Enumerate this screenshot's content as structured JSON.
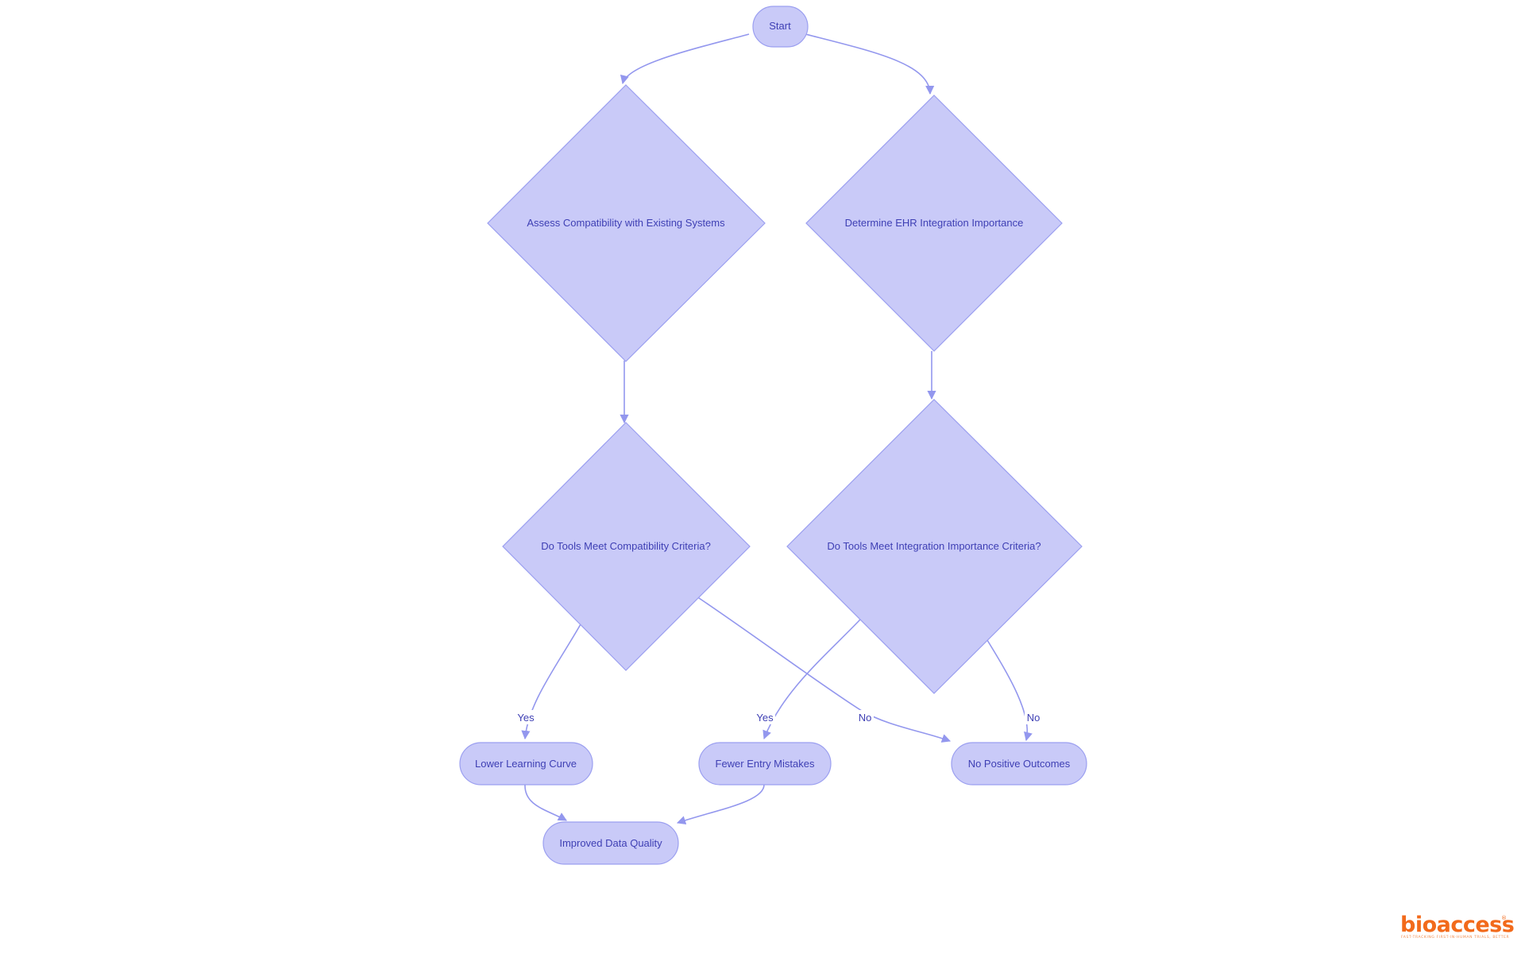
{
  "diagram": {
    "nodes": {
      "start": "Start",
      "assess": "Assess Compatibility with Existing Systems",
      "determine": "Determine EHR Integration Importance",
      "compat_criteria": "Do Tools Meet Compatibility Criteria?",
      "integration_criteria": "Do Tools Meet Integration Importance Criteria?",
      "lower_learning": "Lower Learning Curve",
      "fewer_mistakes": "Fewer Entry Mistakes",
      "no_outcomes": "No Positive Outcomes",
      "improved_quality": "Improved Data Quality"
    },
    "edge_labels": {
      "compat_yes": "Yes",
      "compat_no": "No",
      "integration_yes": "Yes",
      "integration_no": "No"
    },
    "colors": {
      "node_fill": "#c9caf8",
      "node_stroke": "#9b9ff0",
      "edge": "#9397ee",
      "text": "#3e3fb4"
    }
  },
  "logo": {
    "name": "bioaccess",
    "registered": "®",
    "tagline": "FAST-TRACKING FIRST-IN-HUMAN TRIALS, BETTER"
  }
}
